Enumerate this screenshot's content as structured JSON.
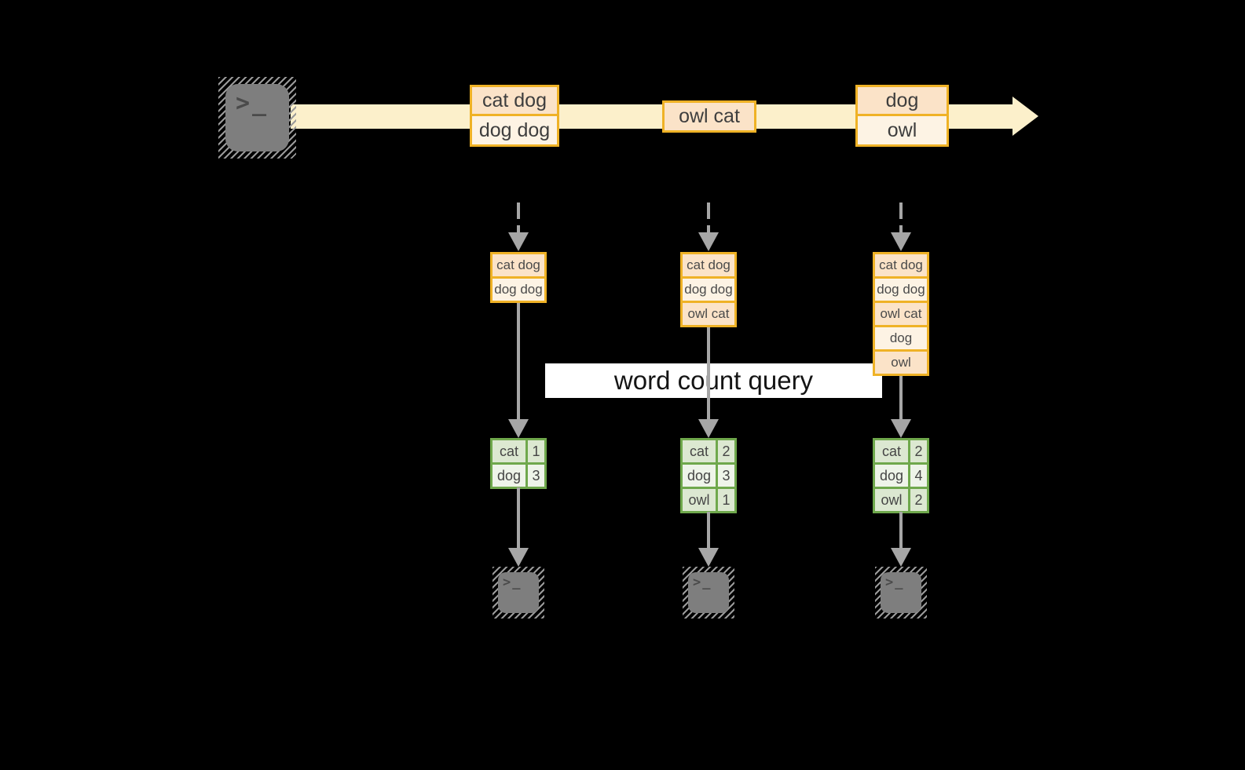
{
  "query_label": "word count query",
  "terminal_glyph": ">_",
  "colors": {
    "background": "#000000",
    "stream_band": "#fcf0cb",
    "event_border": "#efb226",
    "event_fill_dark": "#fbe3c8",
    "event_fill_light": "#fdf3e4",
    "arrow_gray": "#a6a6a6",
    "terminal_gray": "#7e7e7e",
    "table_border": "#6fa84c",
    "table_fill_dark": "#dce8d1",
    "table_fill_light": "#eef4e9",
    "query_box_bg": "#ffffff"
  },
  "timeline_events": {
    "batch1": [
      "cat dog",
      "dog dog"
    ],
    "batch2": [
      "owl cat"
    ],
    "batch3": [
      "dog",
      "owl"
    ]
  },
  "columns": [
    {
      "snapshot": [
        "cat dog",
        "dog dog"
      ],
      "counts": [
        {
          "word": "cat",
          "count": "1"
        },
        {
          "word": "dog",
          "count": "3"
        }
      ]
    },
    {
      "snapshot": [
        "cat dog",
        "dog dog",
        "owl cat"
      ],
      "counts": [
        {
          "word": "cat",
          "count": "2"
        },
        {
          "word": "dog",
          "count": "3"
        },
        {
          "word": "owl",
          "count": "1"
        }
      ]
    },
    {
      "snapshot": [
        "cat dog",
        "dog dog",
        "owl cat",
        "dog",
        "owl"
      ],
      "counts": [
        {
          "word": "cat",
          "count": "2"
        },
        {
          "word": "dog",
          "count": "4"
        },
        {
          "word": "owl",
          "count": "2"
        }
      ]
    }
  ]
}
